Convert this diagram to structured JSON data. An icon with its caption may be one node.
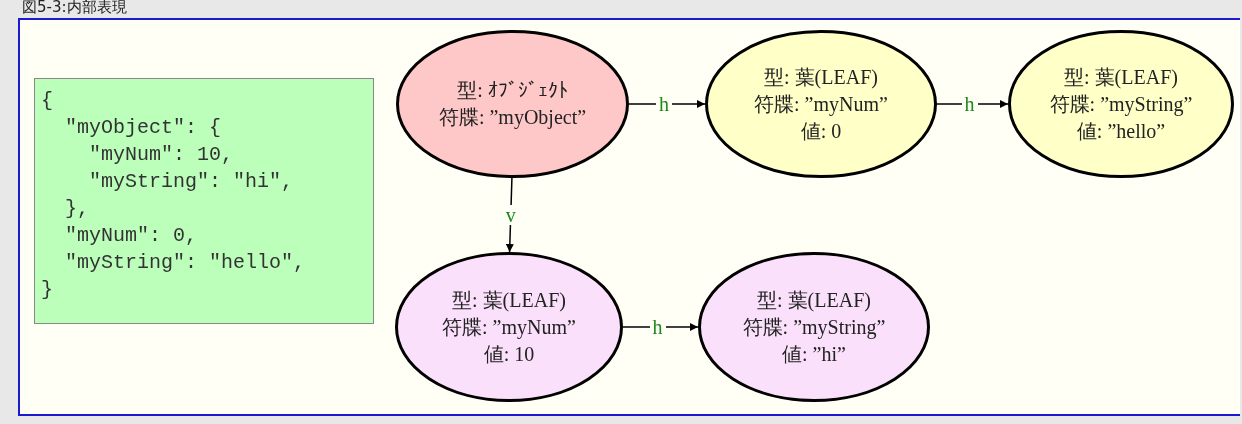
{
  "diagram": {
    "title": "図5-3:内部表現",
    "nodes": [
      {
        "text": [
          "{",
          "″myObject″: {",
          "″myNum″: 10,",
          "″myString″: ″hi″,",
          "},",
          "″myNum″: 0,",
          "″myString″: ″hello″,",
          "}"
        ]
      },
      {
        "text": [
          "型: ｵﾌﾞｼﾞｪｸﾄ",
          "符牒: ”myObject”"
        ]
      },
      {
        "text": [
          "型: 葉(LEAF)",
          "符牒: ”myNum”",
          "値: 0"
        ]
      },
      {
        "text": [
          "型: 葉(LEAF)",
          "符牒: ”myString”",
          "値: ”hello”"
        ]
      },
      {
        "text": [
          "型: 葉(LEAF)",
          "符牒: ”myNum”",
          "値: 10"
        ]
      },
      {
        "text": [
          "型: 葉(LEAF)",
          "符牒: ”myString”",
          "値: ”hi”"
        ]
      }
    ],
    "edges": [
      {
        "from": 1,
        "to": 2,
        "arrow": "to",
        "label": "h"
      },
      {
        "from": 2,
        "to": 3,
        "arrow": "to",
        "label": "h"
      },
      {
        "from": 1,
        "to": 4,
        "arrow": "to",
        "label": "v"
      },
      {
        "from": 4,
        "to": 5,
        "arrow": "to",
        "label": "h"
      }
    ]
  }
}
